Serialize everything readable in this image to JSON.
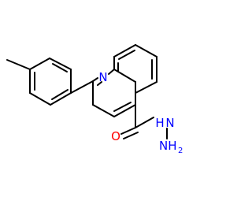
{
  "molecule": {
    "atoms": {
      "nitrogen_ring": {
        "symbol": "N",
        "color": "#0000ff"
      },
      "oxygen": {
        "symbol": "O",
        "color": "#ff0000"
      },
      "hydrazide_nh": {
        "symbol": "H",
        "suffix": "N",
        "color": "#0000ff"
      },
      "hydrazide_nh2": {
        "symbol": "NH",
        "subscript": "2",
        "color": "#0000ff"
      }
    },
    "bond_color": "#000000",
    "background": "#ffffff"
  }
}
